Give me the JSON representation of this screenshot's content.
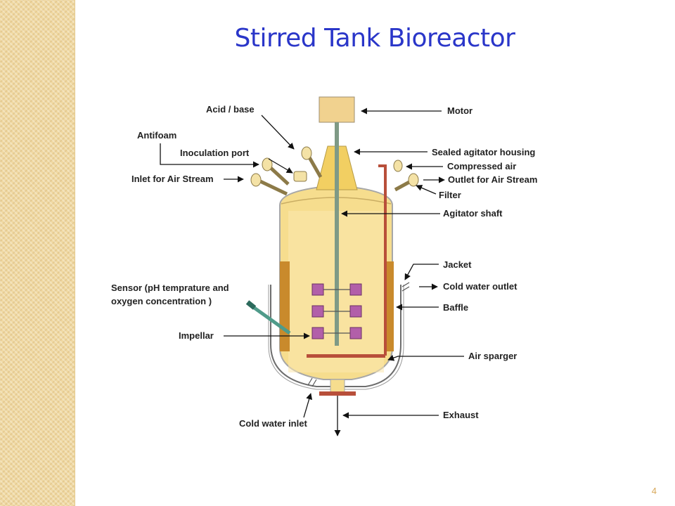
{
  "slide": {
    "title": "Stirred Tank Bioreactor",
    "page_number": "4"
  },
  "colors": {
    "title": "#2a36c9",
    "vessel": "#f6dd8e",
    "jacket_outline": "#6d6d6d",
    "baffle": "#c98a2c",
    "impeller_blade": "#b25fa9",
    "shaft": "#7f9a86",
    "sparger": "#b84f3a",
    "side_band": "#f0d9a3"
  },
  "labels": {
    "acid_base": "Acid / base",
    "antifoam": "Antifoam",
    "inoculation_port": "Inoculation port",
    "inlet_air_stream": "Inlet for Air Stream",
    "motor": "Motor",
    "sealed_agitator_housing": "Sealed agitator housing",
    "compressed_air": "Compressed air",
    "outlet_air_stream": "Outlet for Air Stream",
    "filter": "Filter",
    "agitator_shaft": "Agitator shaft",
    "jacket": "Jacket",
    "cold_water_outlet": "Cold water outlet",
    "baffle": "Baffle",
    "sensor_line1": "Sensor (pH temprature and",
    "sensor_line2": "oxygen concentration )",
    "impellar": "Impellar",
    "air_sparger": "Air sparger",
    "exhaust": "Exhaust",
    "cold_water_inlet": "Cold water inlet"
  }
}
